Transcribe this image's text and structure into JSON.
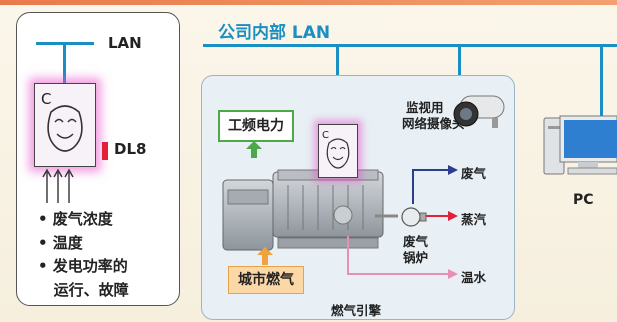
{
  "lan_left_label": "LAN",
  "lan_top_label": "公司内部 LAN",
  "dl8_label": "DL8",
  "sensor_items": [
    "• 废气浓度",
    "• 温度",
    "• 发电功率的",
    "   运行、故障"
  ],
  "camera_label": [
    "监视用",
    "网络摄像头"
  ],
  "power_box": "工频电力",
  "gas_box": "城市燃气",
  "engine_label": "燃气引擎",
  "boiler_label": [
    "废气",
    "锅炉"
  ],
  "outputs": {
    "exhaust": "废气",
    "steam": "蒸汽",
    "hot_water": "温水"
  },
  "pc_label": "PC",
  "colors": {
    "lan": "#1a8fc4",
    "power": "#4da84a",
    "gas": "#e8a24c",
    "steam": "#e0213a",
    "hot_water": "#e98fb5",
    "exhaust": "#2b3d8f"
  }
}
